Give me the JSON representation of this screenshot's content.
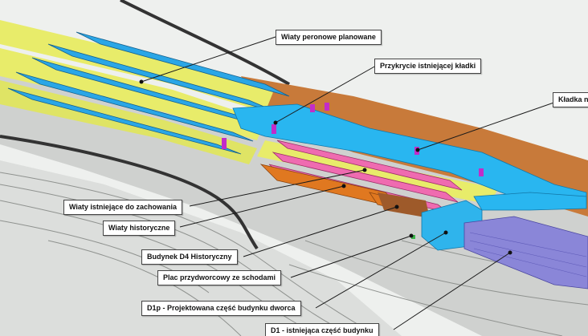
{
  "labels": {
    "wiaty_planowane": "Wiaty peronowe planowane",
    "przykrycie_kladki": "Przykrycie istniejącej kładki",
    "kladka": "Kładka n",
    "wiaty_istniejace": "Wiaty istniejące do zachowania",
    "wiaty_historyczne": "Wiaty historyczne",
    "budynek_d4": "Budynek D4 Historyczny",
    "plac": "Plac przydworcowy ze schodami",
    "d1p": "D1p - Projektowana część budynku dworca",
    "d1": "D1 - istniejąca część budynku"
  },
  "colors": {
    "planned_canopy": "#2aa6e6",
    "footbridge": "#29b6f0",
    "historic_canopy": "#e07820",
    "existing_canopy": "#ef6bb0",
    "platform": "#e8ec6a",
    "station_building": "#8a86d8",
    "leader_line": "#1a1a1a"
  }
}
